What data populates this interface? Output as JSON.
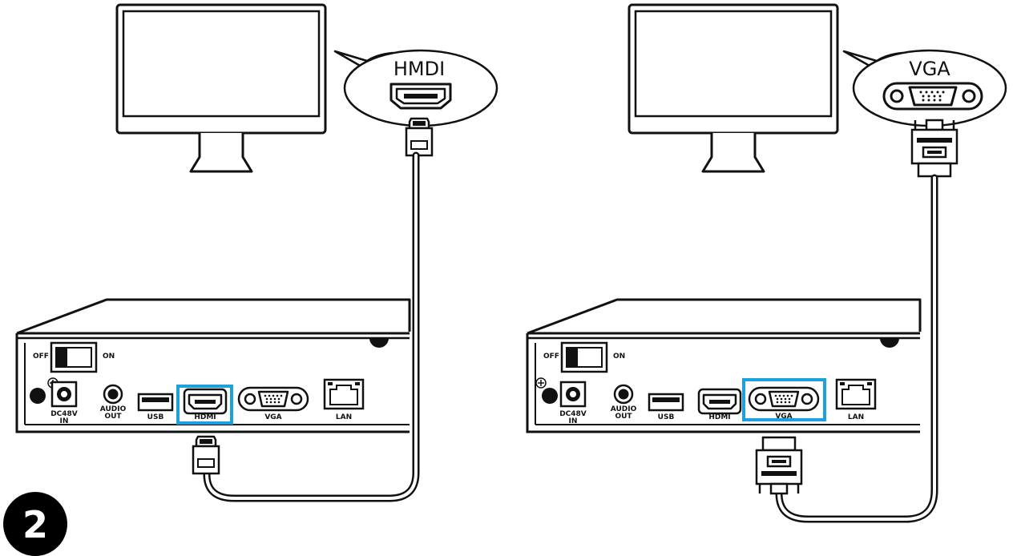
{
  "step_number": "2",
  "panels": [
    {
      "id": "hdmi-setup",
      "bubble_label": "HMDI",
      "highlighted_port": "HDMI"
    },
    {
      "id": "vga-setup",
      "bubble_label": "VGA",
      "highlighted_port": "VGA"
    }
  ],
  "recorder": {
    "switch_off_label": "OFF",
    "switch_on_label": "ON",
    "power_label_line1": "DC48V",
    "power_label_line2": "IN",
    "audio_label_line1": "AUDIO",
    "audio_label_line2": "OUT",
    "usb_label": "USB",
    "hdmi_label": "HDMI",
    "vga_label": "VGA",
    "lan_label": "LAN"
  },
  "colors": {
    "highlight": "#1da1dc",
    "line": "#111111",
    "badge": "#000000"
  },
  "icons": [
    "monitor-icon",
    "hdmi-port-icon",
    "vga-port-icon",
    "hdmi-connector-icon",
    "vga-connector-icon",
    "ground-icon"
  ]
}
